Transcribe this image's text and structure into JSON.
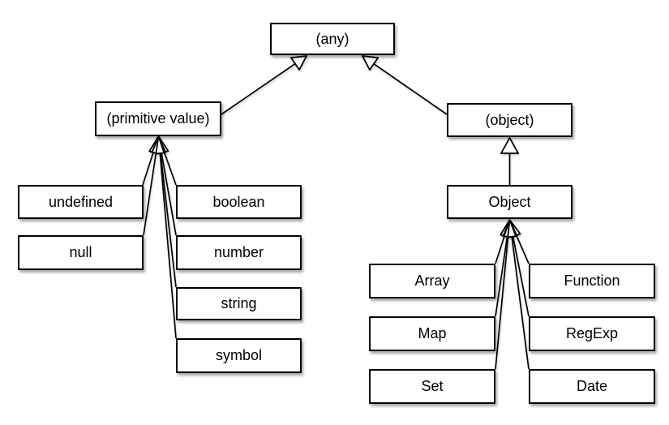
{
  "diagram": {
    "background_color": "#ffffff",
    "line_color": "#000000",
    "box_fill_color": "#ffffff",
    "nodes": {
      "any": {
        "label": "(any)"
      },
      "primitive": {
        "label": "(primitive value)"
      },
      "object_category": {
        "label": "(object)"
      },
      "undefined": {
        "label": "undefined"
      },
      "null": {
        "label": "null"
      },
      "boolean": {
        "label": "boolean"
      },
      "number": {
        "label": "number"
      },
      "string": {
        "label": "string"
      },
      "symbol": {
        "label": "symbol"
      },
      "object_class": {
        "label": "Object"
      },
      "array": {
        "label": "Array"
      },
      "function": {
        "label": "Function"
      },
      "map": {
        "label": "Map"
      },
      "regexp": {
        "label": "RegExp"
      },
      "set": {
        "label": "Set"
      },
      "date": {
        "label": "Date"
      }
    },
    "edges": [
      {
        "from": "primitive",
        "to": "any",
        "type": "generalization"
      },
      {
        "from": "object_category",
        "to": "any",
        "type": "generalization"
      },
      {
        "from": "object_class",
        "to": "object_category",
        "type": "generalization"
      },
      {
        "from": "undefined",
        "to": "primitive",
        "type": "generalization"
      },
      {
        "from": "null",
        "to": "primitive",
        "type": "generalization"
      },
      {
        "from": "boolean",
        "to": "primitive",
        "type": "generalization"
      },
      {
        "from": "number",
        "to": "primitive",
        "type": "generalization"
      },
      {
        "from": "string",
        "to": "primitive",
        "type": "generalization"
      },
      {
        "from": "symbol",
        "to": "primitive",
        "type": "generalization"
      },
      {
        "from": "array",
        "to": "object_class",
        "type": "generalization"
      },
      {
        "from": "function",
        "to": "object_class",
        "type": "generalization"
      },
      {
        "from": "map",
        "to": "object_class",
        "type": "generalization"
      },
      {
        "from": "regexp",
        "to": "object_class",
        "type": "generalization"
      },
      {
        "from": "set",
        "to": "object_class",
        "type": "generalization"
      },
      {
        "from": "date",
        "to": "object_class",
        "type": "generalization"
      }
    ]
  }
}
